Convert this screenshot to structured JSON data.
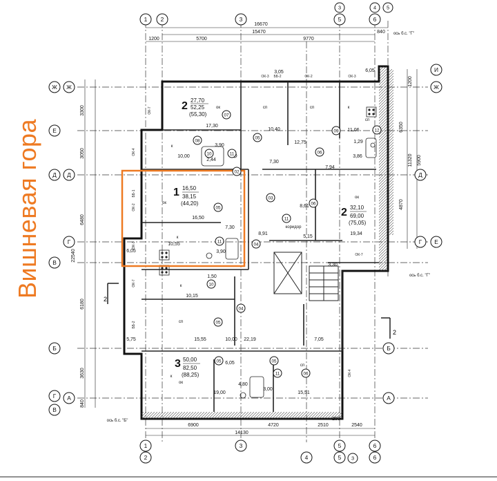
{
  "colors": {
    "accent": "#ee7a22",
    "line": "#1a1a1a",
    "grid": "#333333"
  },
  "brand_title": "Вишневая гора",
  "axes": {
    "top_main": [
      "1",
      "2",
      "3",
      "5",
      "6"
    ],
    "top_sub": [
      "3",
      "4",
      "5"
    ],
    "bottom_main": [
      "1",
      "3",
      "5",
      "6"
    ],
    "bottom_sub": [
      "2",
      "4",
      "5",
      "6"
    ],
    "bottom_extra": "3",
    "left_outer": [
      "Ж",
      "Е",
      "Д",
      "В",
      "Б",
      "Г",
      "В"
    ],
    "left_inner": [
      "Ж",
      "Д",
      "Г",
      "А"
    ],
    "right": [
      "И",
      "Ж",
      "Д",
      "Г",
      "Е",
      "Б",
      "А"
    ]
  },
  "dims": {
    "top": [
      "16670",
      "15470",
      "9770",
      "5700",
      "1200",
      "840"
    ],
    "bottom": [
      "6900",
      "4720",
      "2510",
      "2540",
      "14130",
      "250"
    ],
    "left": [
      "3300",
      "3050",
      "6480",
      "22540",
      "6180",
      "3630",
      "840"
    ],
    "right": [
      "1200",
      "6350",
      "4870",
      "11320",
      "5900"
    ],
    "notes": [
      "ось б.с. \"Г\"",
      "ось б.с. \"Г\"",
      "ось б.с. \"Б\""
    ]
  },
  "apartments": [
    {
      "num": "2",
      "a": "27,70",
      "b": "52,25",
      "c": "(55,30)"
    },
    {
      "num": "1",
      "a": "16,50",
      "b": "38,15",
      "c": "(44,20)"
    },
    {
      "num": "2",
      "a": "32,10",
      "b": "69,00",
      "c": "(75,05)"
    },
    {
      "num": "3",
      "a": "50,00",
      "b": "82,50",
      "c": "(88,25)"
    }
  ],
  "room_areas": [
    "17,30",
    "10,40",
    "12,75",
    "11,06",
    "10,00",
    "3,90",
    "2,44",
    "7,30",
    "7,94",
    "16,50",
    "7,30",
    "8,61",
    "8,91",
    "5,15",
    "19,34",
    "10,55",
    "3,90",
    "1,50",
    "10,15",
    "3,30",
    "15,55",
    "10,00",
    "22,19",
    "7,05",
    "5,75",
    "6,05",
    "6,05",
    "4,80",
    "3,00",
    "19,00",
    "15,51",
    "3,05",
    "6,05",
    "1,29",
    "3,86"
  ],
  "room_codes": [
    "ок",
    "сп",
    "сп",
    "к",
    "к",
    "ок",
    "ок",
    "к",
    "к",
    "сп",
    "сп",
    "ок",
    "к",
    "сп",
    "коридор"
  ],
  "tags": [
    "ОК-3",
    "ОК-2",
    "ОК-3",
    "ББ-2",
    "ОК-7",
    "ОК-4",
    "ББ-1",
    "ОК-2",
    "ОК-3",
    "ОК-7",
    "ББ-2",
    "ОК-4",
    "ОК-7"
  ],
  "markers": [
    "05",
    "07",
    "06",
    "09",
    "08",
    "10",
    "11",
    "12",
    "03",
    "04",
    "02",
    "06",
    "11",
    "05",
    "10",
    "11",
    "05",
    "04",
    "05",
    "05",
    "06",
    "11"
  ],
  "section_label": "2"
}
